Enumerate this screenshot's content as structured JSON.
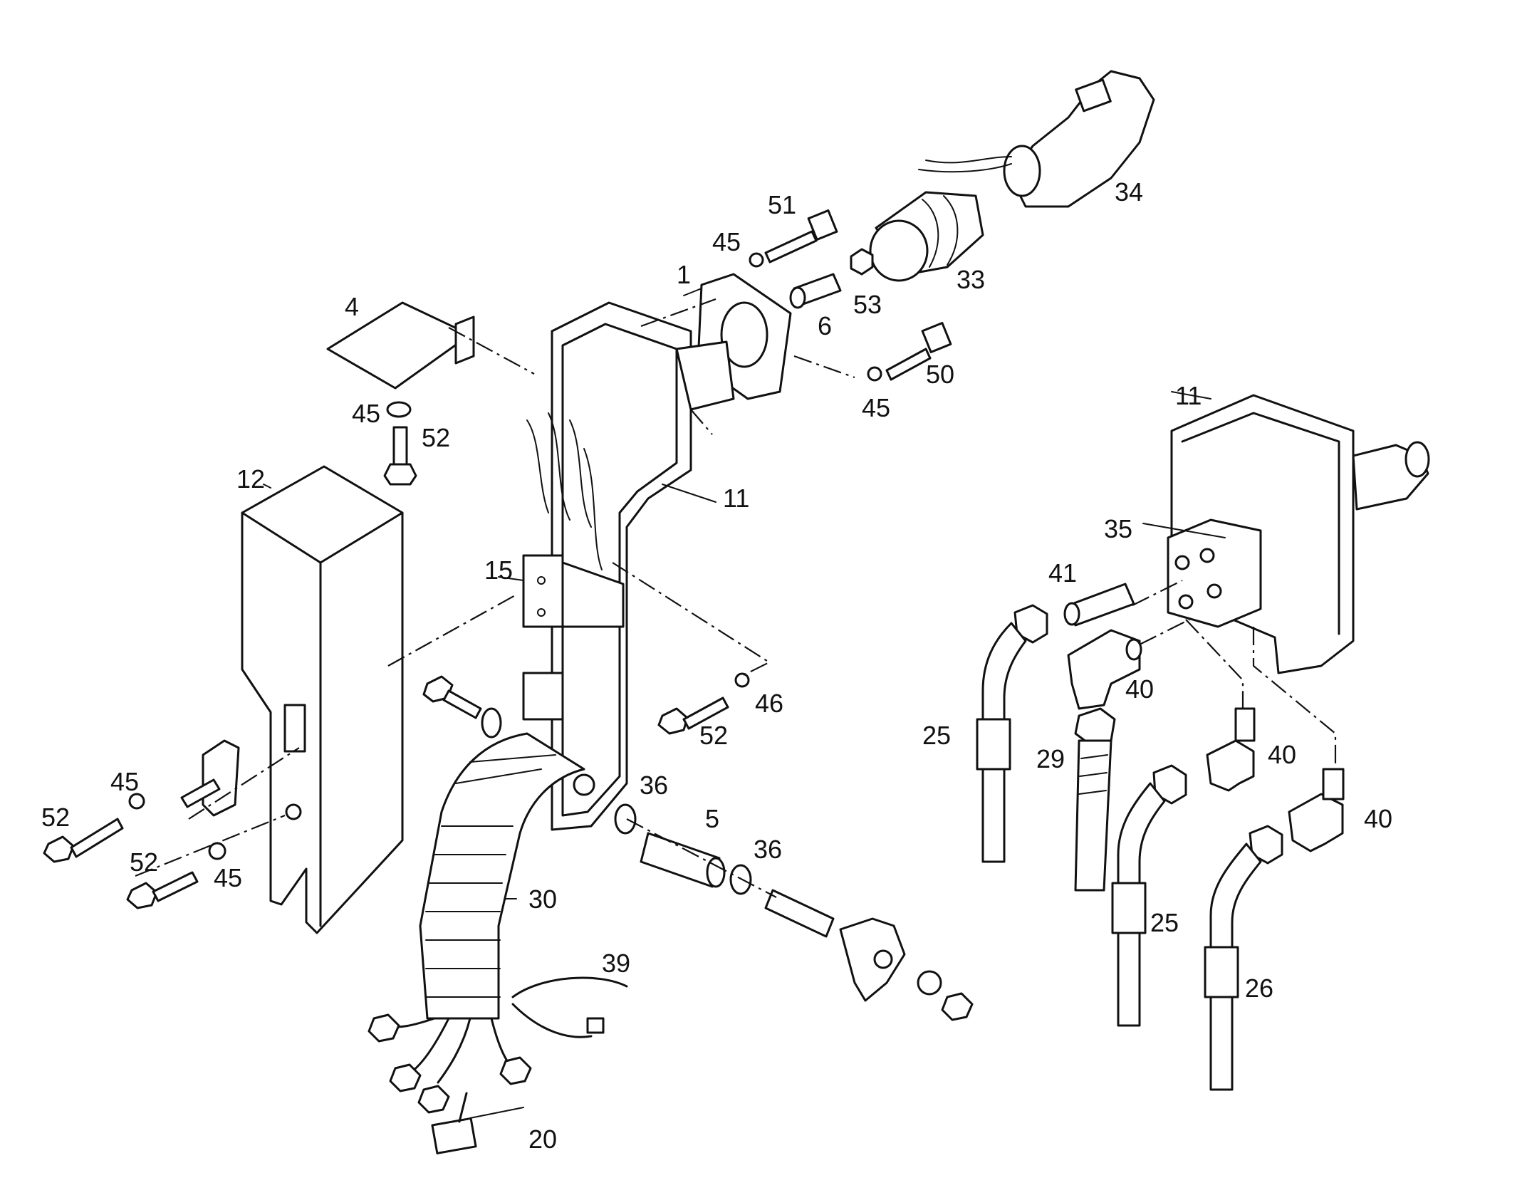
{
  "diagram": {
    "callouts": [
      {
        "id": "c-51a",
        "text": "51"
      },
      {
        "id": "c-34",
        "text": "34"
      },
      {
        "id": "c-45a",
        "text": "45"
      },
      {
        "id": "c-1",
        "text": "1"
      },
      {
        "id": "c-33",
        "text": "33"
      },
      {
        "id": "c-4",
        "text": "4"
      },
      {
        "id": "c-53",
        "text": "53"
      },
      {
        "id": "c-6",
        "text": "6"
      },
      {
        "id": "c-50",
        "text": "50"
      },
      {
        "id": "c-45b",
        "text": "45"
      },
      {
        "id": "c-45c",
        "text": "45"
      },
      {
        "id": "c-52a",
        "text": "52"
      },
      {
        "id": "c-11a",
        "text": "11"
      },
      {
        "id": "c-12",
        "text": "12"
      },
      {
        "id": "c-11b",
        "text": "11"
      },
      {
        "id": "c-35",
        "text": "35"
      },
      {
        "id": "c-15",
        "text": "15"
      },
      {
        "id": "c-41",
        "text": "41"
      },
      {
        "id": "c-40a",
        "text": "40"
      },
      {
        "id": "c-46",
        "text": "46"
      },
      {
        "id": "c-52b",
        "text": "52"
      },
      {
        "id": "c-25a",
        "text": "25"
      },
      {
        "id": "c-29",
        "text": "29"
      },
      {
        "id": "c-40b",
        "text": "40"
      },
      {
        "id": "c-45d",
        "text": "45"
      },
      {
        "id": "c-36a",
        "text": "36"
      },
      {
        "id": "c-52c",
        "text": "52"
      },
      {
        "id": "c-5",
        "text": "5"
      },
      {
        "id": "c-40c",
        "text": "40"
      },
      {
        "id": "c-36b",
        "text": "36"
      },
      {
        "id": "c-52d",
        "text": "52"
      },
      {
        "id": "c-45e",
        "text": "45"
      },
      {
        "id": "c-30",
        "text": "30"
      },
      {
        "id": "c-25b",
        "text": "25"
      },
      {
        "id": "c-39",
        "text": "39"
      },
      {
        "id": "c-26",
        "text": "26"
      },
      {
        "id": "c-20",
        "text": "20"
      }
    ]
  }
}
